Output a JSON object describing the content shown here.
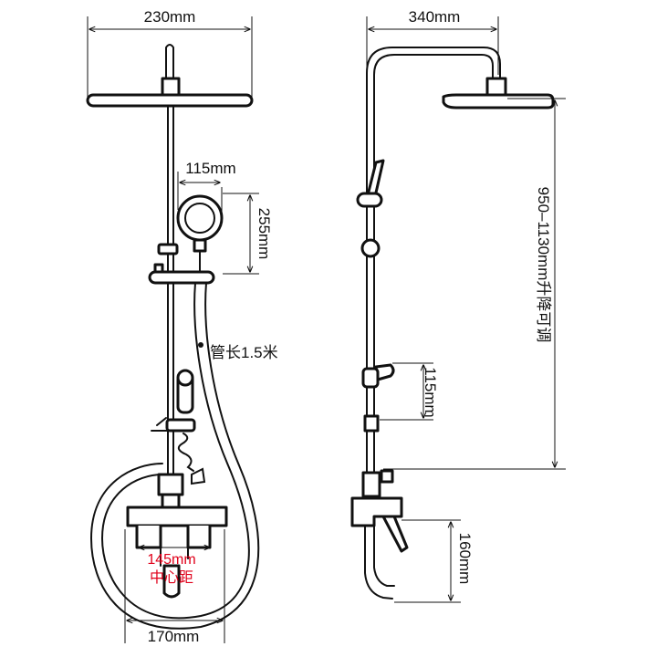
{
  "front_view": {
    "width_top": "230mm",
    "hand_shower_width": "115mm",
    "hand_shower_height": "255mm",
    "hose_length": "管长1.5米",
    "center_distance": "145mm",
    "center_distance_label": "中心距",
    "base_width": "170mm"
  },
  "side_view": {
    "arm_reach": "340mm",
    "height_range": "950–1130mm升降可调",
    "sprayer_height": "115mm",
    "spout_height": "160mm"
  },
  "colors": {
    "line": "#111111",
    "highlight": "#e0001a",
    "background": "#ffffff"
  }
}
